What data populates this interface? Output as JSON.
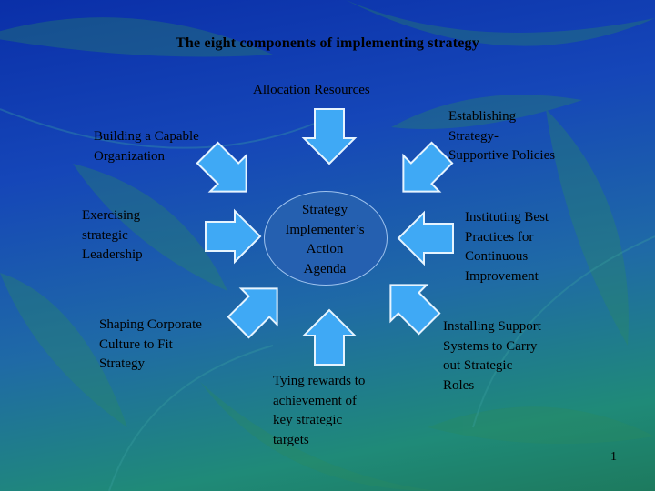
{
  "title": "The eight components of implementing strategy",
  "center": "Strategy\nImplementer’s\nAction\nAgenda",
  "components": {
    "allocation": "Allocation Resources",
    "policies": "Establishing\nStrategy-\nSupportive Policies",
    "organization": "Building a Capable\nOrganization",
    "leadership": "Exercising\nstrategic\nLeadership",
    "best_practices": "Instituting Best\nPractices for\nContinuous\nImprovement",
    "culture": "Shaping Corporate\nCulture to Fit\nStrategy",
    "support_systems": "Installing Support\nSystems to Carry\nout Strategic\nRoles",
    "rewards": "Tying rewards to\nachievement of\nkey strategic\ntargets"
  },
  "page_number": "1",
  "colors": {
    "background_top": "#0a2fa8",
    "background_bottom": "#1d7a5e",
    "arrow_fill": "#3fa9f5",
    "arrow_outline": "#e6f4ff",
    "center_fill": "#2560b0"
  }
}
